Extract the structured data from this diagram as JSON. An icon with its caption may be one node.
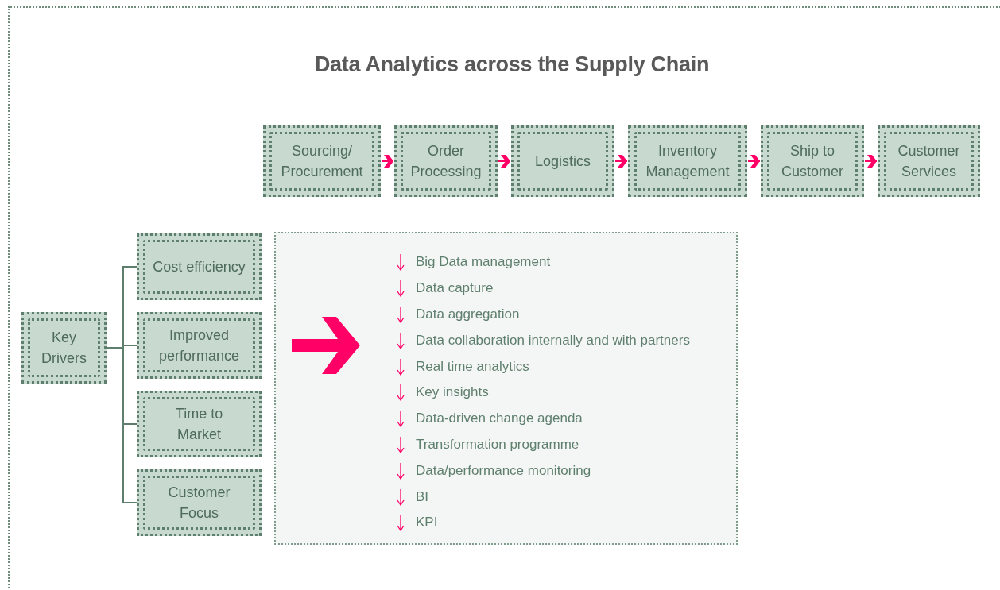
{
  "diagram": {
    "title": "Data Analytics across the Supply Chain",
    "nodes": [
      {
        "text": [
          "Sourcing/ Procurement"
        ]
      },
      {
        "text": [
          "Order Processing"
        ]
      },
      {
        "text": [
          "Logistics"
        ]
      },
      {
        "text": [
          "Inventory Management"
        ]
      },
      {
        "text": [
          "Ship to Customer"
        ]
      },
      {
        "text": [
          "Customer Services"
        ]
      },
      {
        "text": [
          "Key Drivers"
        ]
      },
      {
        "text": [
          "Cost efficiency"
        ]
      },
      {
        "text": [
          "Improved performance"
        ]
      },
      {
        "text": [
          "Time to Market"
        ]
      },
      {
        "text": [
          "Customer Focus"
        ]
      },
      {
        "text": [
          "Big Data management",
          "Data capture",
          "Data aggregation",
          "Data collaboration internally and with partners",
          "Real time analytics",
          "Key insights",
          "Data-driven change agenda",
          "Transformation programme",
          "Data/performance monitoring",
          "BI",
          "KPI"
        ]
      }
    ],
    "edges": [
      {
        "from": 0,
        "to": 1,
        "arrow": "to",
        "color": "#ff0066"
      },
      {
        "from": 1,
        "to": 2,
        "arrow": "to",
        "color": "#ff0066"
      },
      {
        "from": 2,
        "to": 3,
        "arrow": "to",
        "color": "#ff0066"
      },
      {
        "from": 3,
        "to": 4,
        "arrow": "to",
        "color": "#ff0066"
      },
      {
        "from": 4,
        "to": 5,
        "arrow": "to",
        "color": "#ff0066"
      },
      {
        "from": 6,
        "to": 7,
        "arrow": "none",
        "color": "#5f7f6e"
      },
      {
        "from": 6,
        "to": 8,
        "arrow": "none",
        "color": "#5f7f6e"
      },
      {
        "from": 6,
        "to": 9,
        "arrow": "none",
        "color": "#5f7f6e"
      },
      {
        "from": 6,
        "to": 10,
        "arrow": "none",
        "color": "#5f7f6e"
      }
    ]
  }
}
